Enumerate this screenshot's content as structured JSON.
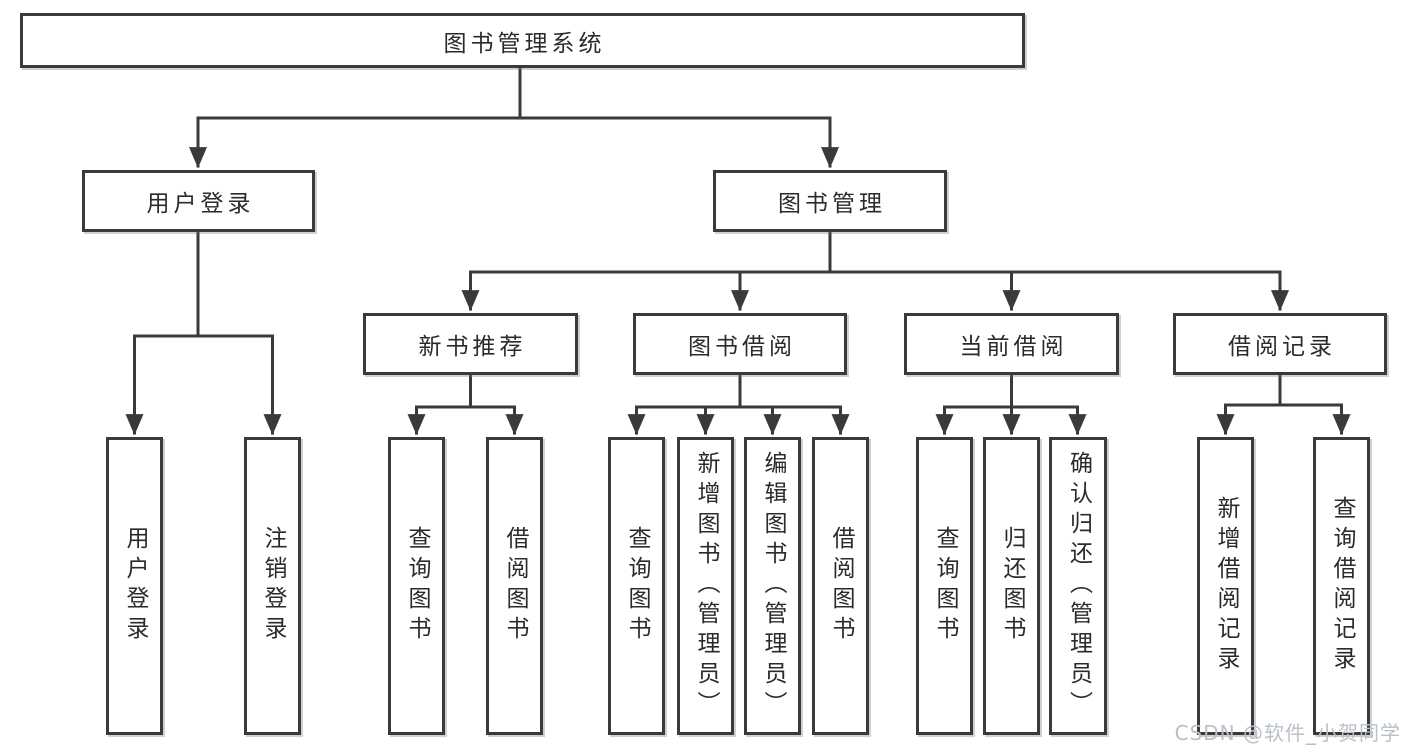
{
  "page": {
    "background": "#ffffff",
    "line_color": "#3a3a3a",
    "text_color": "#2b2b2b",
    "watermark_color": "#b9c0c7"
  },
  "watermark": "CSDN @软件_小贺同学",
  "nodes": [
    {
      "label": "图书管理系统",
      "level": 1,
      "parent": null
    },
    {
      "label": "用户登录",
      "level": 2,
      "parent": "图书管理系统"
    },
    {
      "label": "图书管理",
      "level": 2,
      "parent": "图书管理系统"
    },
    {
      "label": "新书推荐",
      "level": 3,
      "parent": "图书管理"
    },
    {
      "label": "图书借阅",
      "level": 3,
      "parent": "图书管理"
    },
    {
      "label": "当前借阅",
      "level": 3,
      "parent": "图书管理"
    },
    {
      "label": "借阅记录",
      "level": 3,
      "parent": "图书管理"
    },
    {
      "label": "用户登录",
      "level": 4,
      "parent": "用户登录"
    },
    {
      "label": "注销登录",
      "level": 4,
      "parent": "用户登录"
    },
    {
      "label": "查询图书",
      "level": 4,
      "parent": "新书推荐"
    },
    {
      "label": "借阅图书",
      "level": 4,
      "parent": "新书推荐"
    },
    {
      "label": "查询图书",
      "level": 4,
      "parent": "图书借阅"
    },
    {
      "label": "新增图书（管理员）",
      "level": 4,
      "parent": "图书借阅"
    },
    {
      "label": "编辑图书（管理员）",
      "level": 4,
      "parent": "图书借阅"
    },
    {
      "label": "借阅图书",
      "level": 4,
      "parent": "图书借阅"
    },
    {
      "label": "查询图书",
      "level": 4,
      "parent": "当前借阅"
    },
    {
      "label": "归还图书",
      "level": 4,
      "parent": "当前借阅"
    },
    {
      "label": "确认归还（管理员）",
      "level": 4,
      "parent": "当前借阅"
    },
    {
      "label": "新增借阅记录",
      "level": 4,
      "parent": "借阅记录"
    },
    {
      "label": "查询借阅记录",
      "level": 4,
      "parent": "借阅记录"
    }
  ]
}
